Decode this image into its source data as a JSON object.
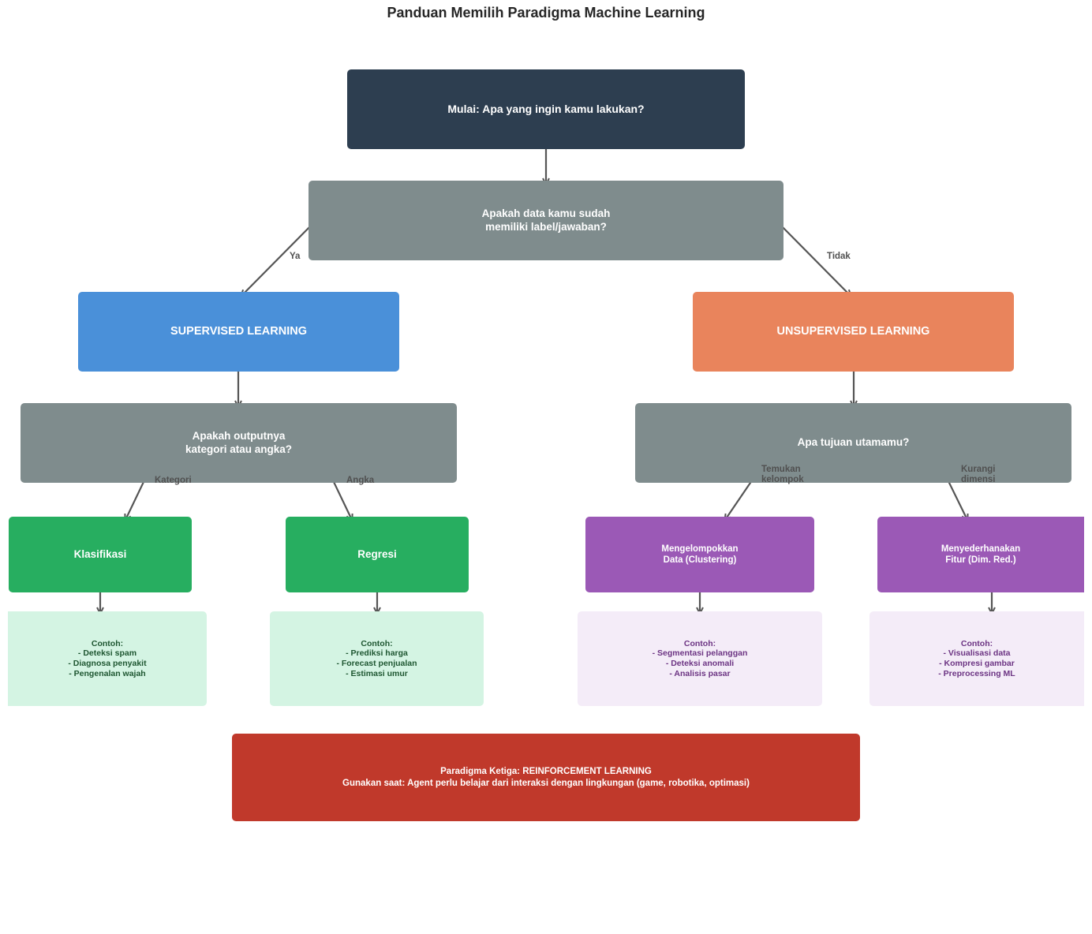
{
  "title": "Panduan Memilih Paradigma Machine Learning",
  "nodes": {
    "start": "Mulai: Apa yang ingin kamu lakukan?",
    "label_question": "Apakah data kamu sudah\nmemiliki label/jawaban?",
    "supervised": "SUPERVISED LEARNING",
    "unsupervised": "UNSUPERVISED LEARNING",
    "output_question": "Apakah outputnya\nkategori atau angka?",
    "goal_question": "Apa tujuan utamamu?",
    "classification": "Klasifikasi",
    "regression": "Regresi",
    "clustering": "Mengelompokkan\nData (Clustering)",
    "dimred": "Menyederhanakan\nFitur (Dim. Red.)",
    "classification_examples": "Contoh:\n- Deteksi spam\n- Diagnosa penyakit\n- Pengenalan wajah",
    "regression_examples": "Contoh:\n- Prediksi harga\n- Forecast penjualan\n- Estimasi umur",
    "clustering_examples": "Contoh:\n- Segmentasi pelanggan\n- Deteksi anomali\n- Analisis pasar",
    "dimred_examples": "Contoh:\n- Visualisasi data\n- Kompresi gambar\n- Preprocessing ML",
    "reinforcement": "Paradigma Ketiga: REINFORCEMENT LEARNING\nGunakan saat: Agent perlu belajar dari interaksi dengan lingkungan (game, robotika, optimasi)"
  },
  "edge_labels": {
    "yes": "Ya",
    "no": "Tidak",
    "category": "Kategori",
    "number": "Angka",
    "find_groups": "Temukan\nkelompok",
    "reduce_dims": "Kurangi\ndimensi"
  },
  "colors": {
    "start": "#2d3e50",
    "question": "#7f8c8d",
    "supervised": "#4a90d9",
    "unsupervised": "#e9845c",
    "supervised_task": "#27ae60",
    "unsupervised_task": "#9b59b6",
    "supervised_example": "#d4f4e3",
    "unsupervised_example": "#f4ecf8",
    "reinforcement": "#c0392b",
    "arrow": "#555555"
  }
}
